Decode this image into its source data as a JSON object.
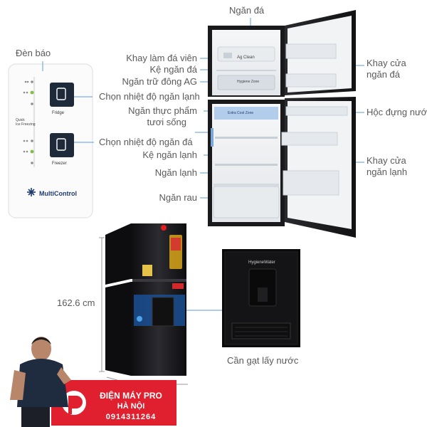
{
  "control_panel": {
    "title": "Đèn báo",
    "fridge_label": "Fridge",
    "freezer_label": "Freezer",
    "quick_label": "Quick\nIce Freezing",
    "brand": "MultiControl"
  },
  "fridge_labels": {
    "ice_compartment": "Ngăn đá",
    "ice_tray": "Khay làm đá viên",
    "freezer_shelf": "Kệ ngăn đá",
    "ag_compartment": "Ngăn trữ đông AG",
    "fridge_temp": "Chọn nhiệt độ ngăn lạnh",
    "fresh_food_1": "Ngăn thực phẩm",
    "fresh_food_2": "tươi sống",
    "freezer_temp": "Chọn nhiệt độ ngăn đá",
    "fridge_shelf": "Kệ ngăn lạnh",
    "fridge_compartment": "Ngăn lạnh",
    "vegetable": "Ngăn rau",
    "freezer_door_1": "Khay cửa",
    "freezer_door_2": "ngăn đá",
    "water_box": "Hộc đựng nước",
    "fridge_door_1": "Khay cửa",
    "fridge_door_2": "ngăn lạnh",
    "interior_text_1": "Ag Clean",
    "interior_text_2": "Hygiene Zone",
    "interior_text_3": "Extra Cool Zone"
  },
  "product": {
    "height": "162.6 cm",
    "lever_label": "Cần gạt lấy nước",
    "dispenser_brand": "HygieneWater"
  },
  "store": {
    "name_1": "ĐIỆN MÁY PRO",
    "name_2": "HÀ NỘI",
    "phone": "0914311264"
  },
  "colors": {
    "line": "#5b9bd5",
    "fridge_body": "#1c1c1e",
    "store_red": "#e0202e"
  }
}
